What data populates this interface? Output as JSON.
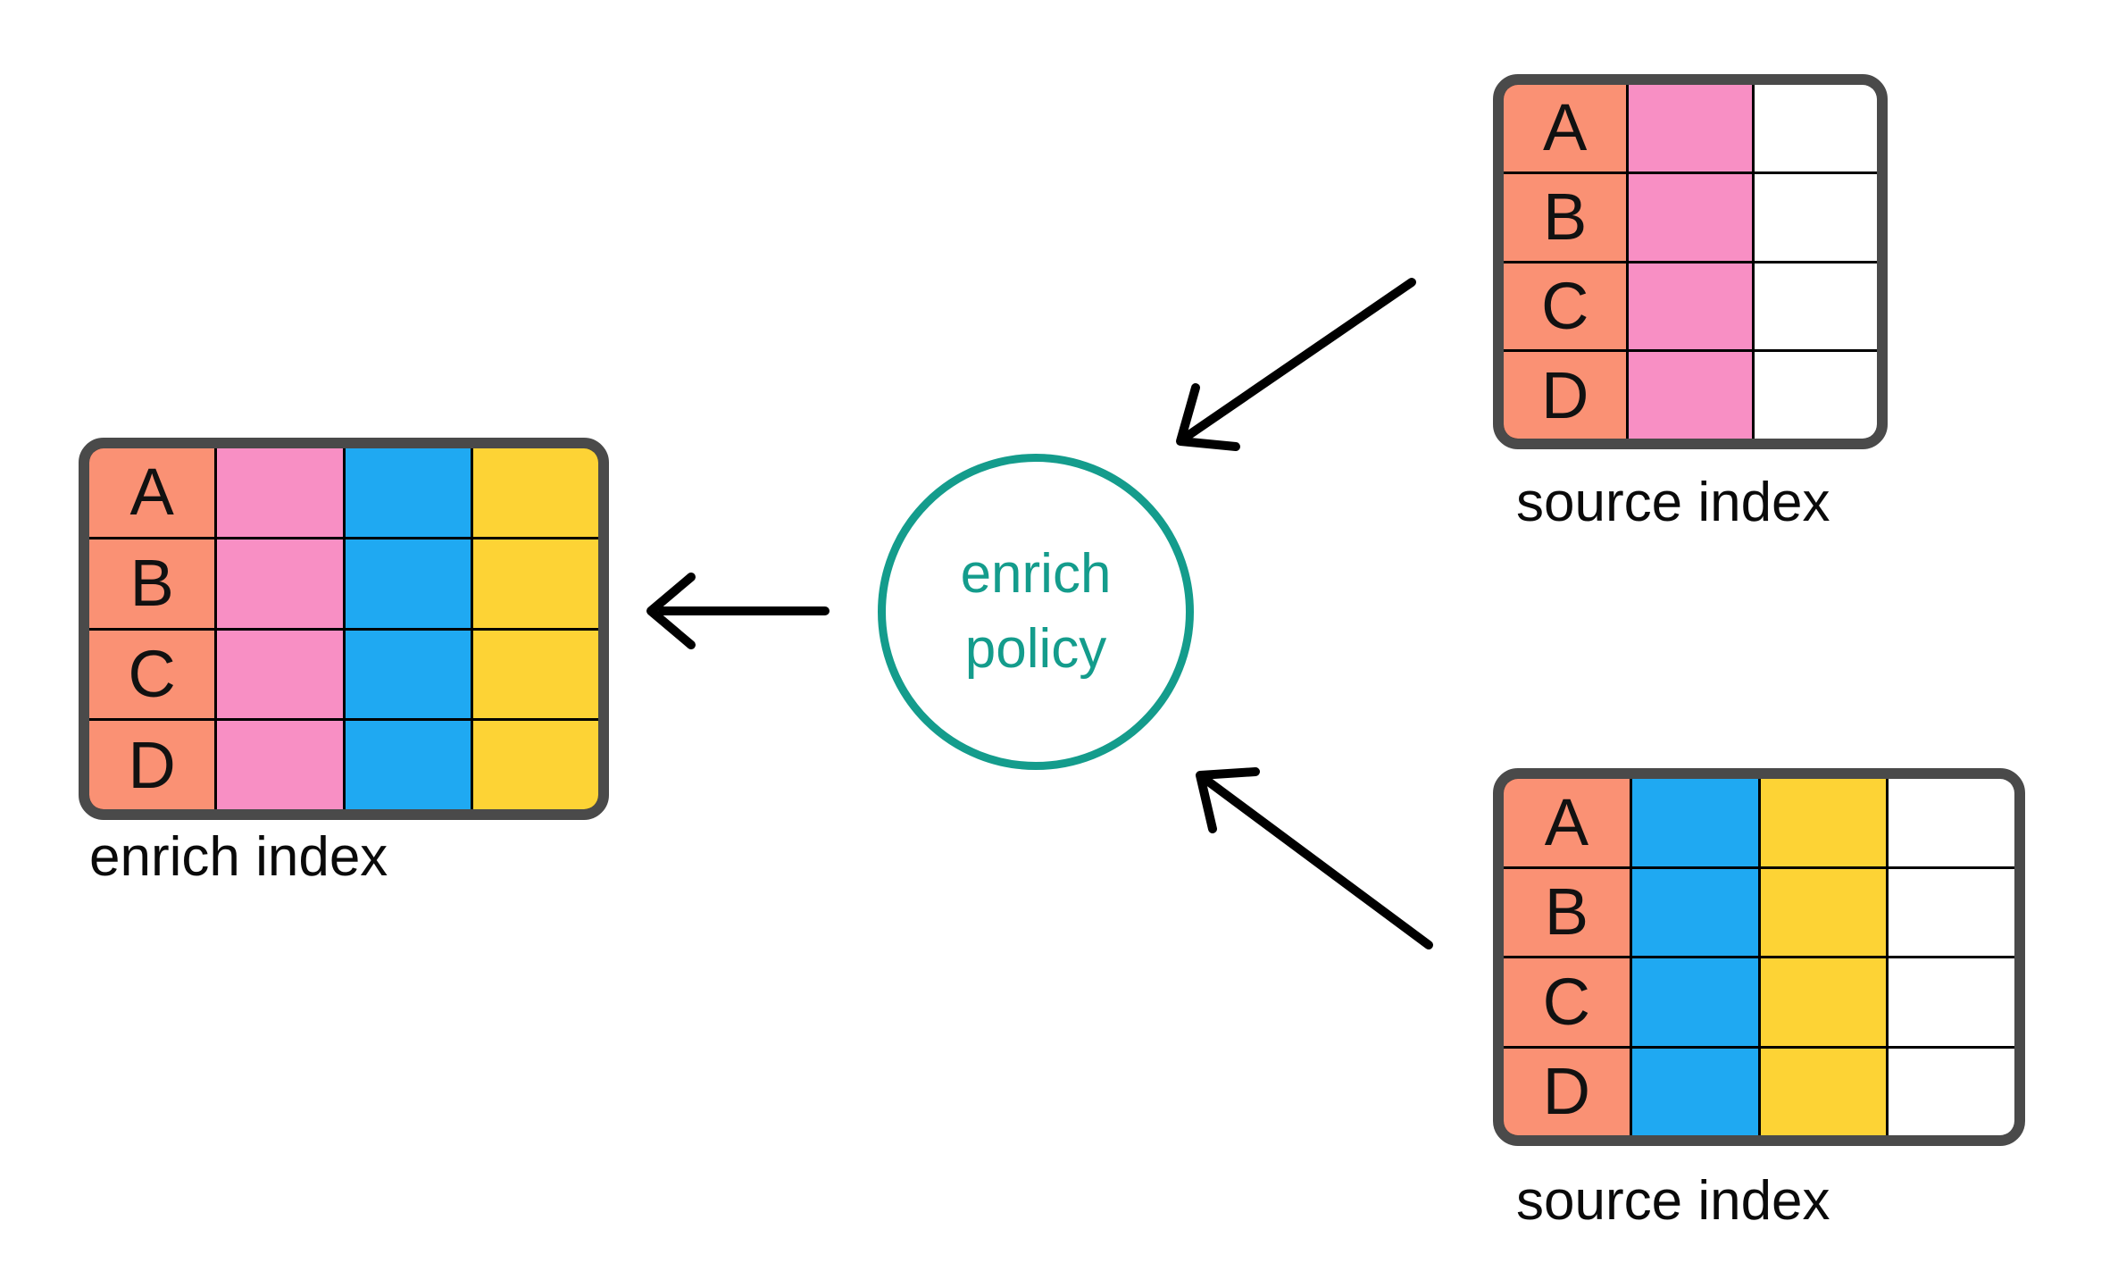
{
  "colors": {
    "salmon": "#FA9174",
    "pink": "#F88FC4",
    "blue": "#1FA9F2",
    "yellow": "#FDD335",
    "white": "#FFFFFF",
    "teal": "#149C8C",
    "table_border": "#4A4A4A",
    "grid_line": "#000000",
    "arrow": "#000000"
  },
  "circle": {
    "line1": "enrich",
    "line2": "policy"
  },
  "tables": [
    {
      "id": "source-top",
      "label": "source index",
      "row_keys": [
        "A",
        "B",
        "C",
        "D"
      ],
      "column_colors": [
        "salmon",
        "pink",
        "white"
      ]
    },
    {
      "id": "source-bottom",
      "label": "source index",
      "row_keys": [
        "A",
        "B",
        "C",
        "D"
      ],
      "column_colors": [
        "salmon",
        "blue",
        "yellow",
        "white"
      ]
    },
    {
      "id": "enrich-index",
      "label": "enrich index",
      "row_keys": [
        "A",
        "B",
        "C",
        "D"
      ],
      "column_colors": [
        "salmon",
        "pink",
        "blue",
        "yellow"
      ]
    }
  ]
}
